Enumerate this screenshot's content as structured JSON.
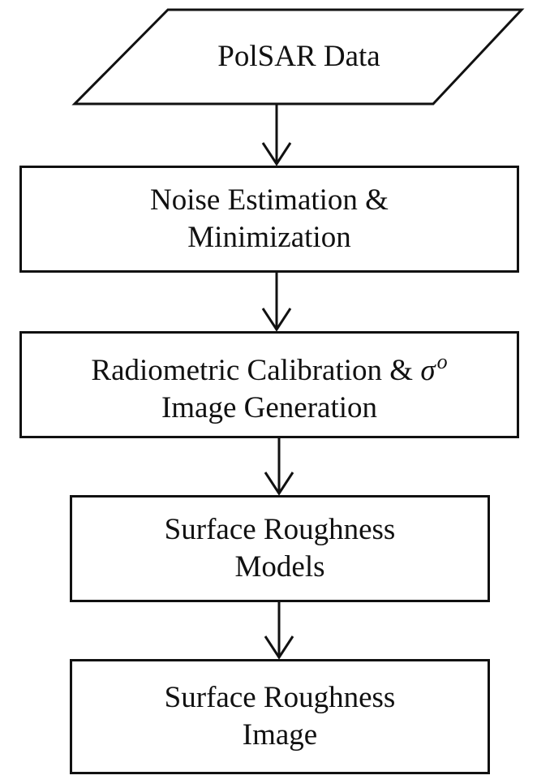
{
  "nodes": {
    "input": {
      "label": "PolSAR Data"
    },
    "noise": {
      "line1": "Noise Estimation &",
      "line2": "Minimization"
    },
    "calibration": {
      "line1_text": "Radiometric Calibration & ",
      "line1_symbol": "σ",
      "line1_superscript": "o",
      "line2": "Image Generation"
    },
    "models": {
      "line1": "Surface Roughness",
      "line2": "Models"
    },
    "output": {
      "line1": "Surface Roughness",
      "line2": "Image"
    }
  }
}
